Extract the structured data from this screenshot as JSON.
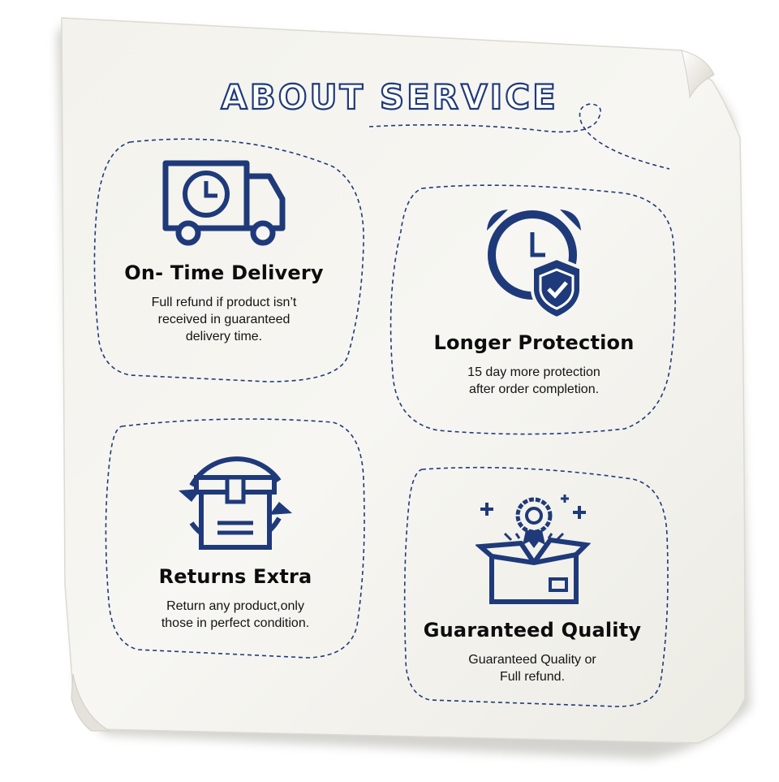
{
  "heading": "ABOUT SERVICE",
  "colors": {
    "accent": "#1f3a7a",
    "paper": "#f6f5f1",
    "shadow": "#c9c8c0"
  },
  "features": [
    {
      "icon": "delivery-truck-clock-icon",
      "title": "On- Time Delivery",
      "desc": [
        "Full refund if product isn’t",
        "received in guaranteed",
        "delivery time."
      ]
    },
    {
      "icon": "alarm-clock-shield-icon",
      "title": "Longer Protection",
      "desc": [
        "15 day more protection",
        "after order completion."
      ]
    },
    {
      "icon": "return-box-icon",
      "title": "Returns Extra",
      "desc": [
        "Return any product,only",
        "those in perfect condition."
      ]
    },
    {
      "icon": "quality-box-badge-icon",
      "title": "Guaranteed Quality",
      "desc": [
        "Guaranteed Quality or",
        "Full refund."
      ]
    }
  ]
}
